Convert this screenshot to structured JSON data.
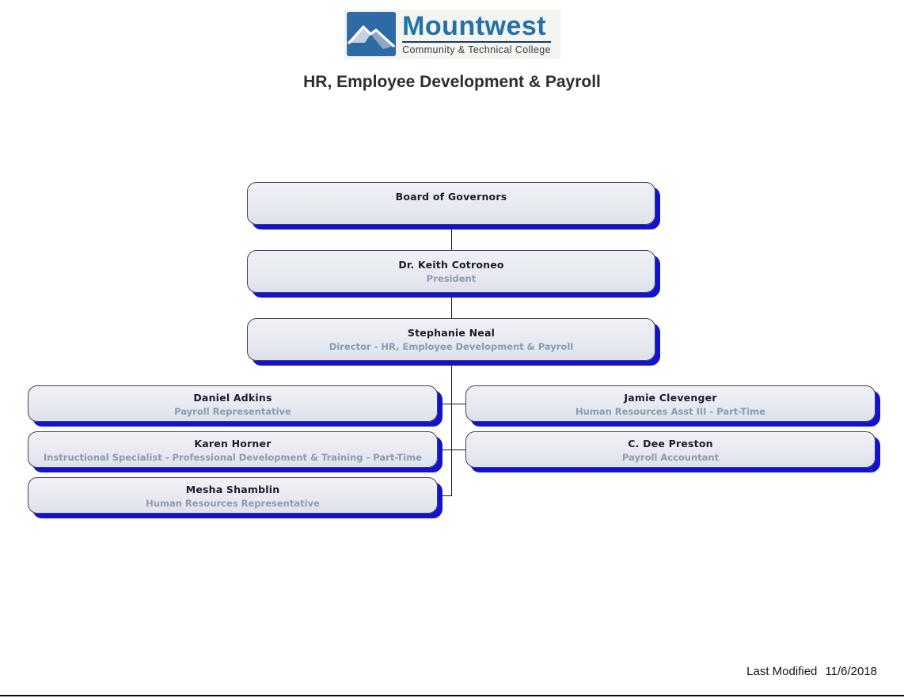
{
  "logo": {
    "name": "Mountwest",
    "tagline": "Community & Technical College"
  },
  "page_title": "HR, Employee Development & Payroll",
  "org_chart": {
    "nodes": [
      {
        "name": "Board of Governors",
        "title": ""
      },
      {
        "name": "Dr. Keith Cotroneo",
        "title": "President"
      },
      {
        "name": "Stephanie Neal",
        "title": "Director - HR, Employee Development & Payroll"
      },
      {
        "name": "Daniel Adkins",
        "title": "Payroll Representative"
      },
      {
        "name": "Jamie Clevenger",
        "title": "Human Resources Asst III - Part-Time"
      },
      {
        "name": "Karen Horner",
        "title": "Instructional Specialist - Professional Development & Training - Part-Time"
      },
      {
        "name": "C. Dee Preston",
        "title": "Payroll Accountant"
      },
      {
        "name": "Mesha Shamblin",
        "title": "Human Resources Representative"
      }
    ]
  },
  "footer": {
    "last_modified_label": "Last Modified",
    "last_modified_date": "11/6/2018"
  },
  "colors": {
    "shadow_blue": "#1212d0",
    "name_color": "#1c1c2e",
    "role_color": "#8c9ab2",
    "logo_square_blue": "#2e6ba6",
    "logo_text_blue": "#2272a8",
    "logo_rule_navy": "#1b3a63"
  }
}
